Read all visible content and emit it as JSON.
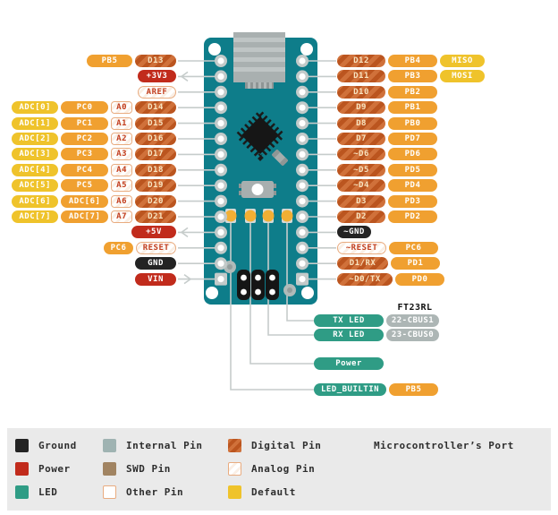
{
  "pins": {
    "left": [
      {
        "chips": [
          {
            "label": "PB5",
            "type": "port"
          },
          {
            "label": "D13",
            "type": "digital"
          }
        ]
      },
      {
        "chips": [
          {
            "label": "+3V3",
            "type": "power"
          }
        ],
        "arrow": "left"
      },
      {
        "chips": [
          {
            "label": "AREF",
            "type": "other"
          }
        ]
      },
      {
        "chips": [
          {
            "label": "ADC[0]",
            "type": "default"
          },
          {
            "label": "PC0",
            "type": "port"
          },
          {
            "label": "A0",
            "type": "analog"
          },
          {
            "label": "D14",
            "type": "digital"
          }
        ]
      },
      {
        "chips": [
          {
            "label": "ADC[1]",
            "type": "default"
          },
          {
            "label": "PC1",
            "type": "port"
          },
          {
            "label": "A1",
            "type": "analog"
          },
          {
            "label": "D15",
            "type": "digital"
          }
        ]
      },
      {
        "chips": [
          {
            "label": "ADC[2]",
            "type": "default"
          },
          {
            "label": "PC2",
            "type": "port"
          },
          {
            "label": "A2",
            "type": "analog"
          },
          {
            "label": "D16",
            "type": "digital"
          }
        ]
      },
      {
        "chips": [
          {
            "label": "ADC[3]",
            "type": "default"
          },
          {
            "label": "PC3",
            "type": "port"
          },
          {
            "label": "A3",
            "type": "analog"
          },
          {
            "label": "D17",
            "type": "digital"
          }
        ]
      },
      {
        "chips": [
          {
            "label": "ADC[4]",
            "type": "default"
          },
          {
            "label": "PC4",
            "type": "port"
          },
          {
            "label": "A4",
            "type": "analog"
          },
          {
            "label": "D18",
            "type": "digital"
          }
        ]
      },
      {
        "chips": [
          {
            "label": "ADC[5]",
            "type": "default"
          },
          {
            "label": "PC5",
            "type": "port"
          },
          {
            "label": "A5",
            "type": "analog"
          },
          {
            "label": "D19",
            "type": "digital"
          }
        ]
      },
      {
        "chips": [
          {
            "label": "ADC[6]",
            "type": "default"
          },
          {
            "label": "ADC[6]",
            "type": "port"
          },
          {
            "label": "A6",
            "type": "analog"
          },
          {
            "label": "D20",
            "type": "digital"
          }
        ]
      },
      {
        "chips": [
          {
            "label": "ADC[7]",
            "type": "default"
          },
          {
            "label": "ADC[7]",
            "type": "port"
          },
          {
            "label": "A7",
            "type": "analog"
          },
          {
            "label": "D21",
            "type": "digital"
          }
        ]
      },
      {
        "chips": [
          {
            "label": "+5V",
            "type": "power"
          }
        ],
        "arrow": "left"
      },
      {
        "chips": [
          {
            "label": "PC6",
            "type": "port"
          },
          {
            "label": "RESET",
            "type": "other"
          }
        ]
      },
      {
        "chips": [
          {
            "label": "GND",
            "type": "ground"
          }
        ]
      },
      {
        "chips": [
          {
            "label": "VIN",
            "type": "power"
          }
        ],
        "arrow": "right"
      }
    ],
    "right": [
      {
        "chips": [
          {
            "label": "D12",
            "type": "digital"
          },
          {
            "label": "PB4",
            "type": "port"
          },
          {
            "label": "MISO",
            "type": "default"
          }
        ]
      },
      {
        "chips": [
          {
            "label": "D11",
            "type": "digital"
          },
          {
            "label": "PB3",
            "type": "port"
          },
          {
            "label": "MOSI",
            "type": "default"
          }
        ]
      },
      {
        "chips": [
          {
            "label": "D10",
            "type": "digital"
          },
          {
            "label": "PB2",
            "type": "port"
          }
        ]
      },
      {
        "chips": [
          {
            "label": "D9",
            "type": "digital"
          },
          {
            "label": "PB1",
            "type": "port"
          }
        ]
      },
      {
        "chips": [
          {
            "label": "D8",
            "type": "digital"
          },
          {
            "label": "PB0",
            "type": "port"
          }
        ]
      },
      {
        "chips": [
          {
            "label": "D7",
            "type": "digital"
          },
          {
            "label": "PD7",
            "type": "port"
          }
        ]
      },
      {
        "chips": [
          {
            "label": "~D6",
            "type": "digital"
          },
          {
            "label": "PD6",
            "type": "port"
          }
        ]
      },
      {
        "chips": [
          {
            "label": "~D5",
            "type": "digital"
          },
          {
            "label": "PD5",
            "type": "port"
          }
        ]
      },
      {
        "chips": [
          {
            "label": "~D4",
            "type": "digital"
          },
          {
            "label": "PD4",
            "type": "port"
          }
        ]
      },
      {
        "chips": [
          {
            "label": "D3",
            "type": "digital"
          },
          {
            "label": "PD3",
            "type": "port"
          }
        ]
      },
      {
        "chips": [
          {
            "label": "D2",
            "type": "digital"
          },
          {
            "label": "PD2",
            "type": "port"
          }
        ]
      },
      {
        "chips": [
          {
            "label": "~GND",
            "type": "ground"
          }
        ]
      },
      {
        "chips": [
          {
            "label": "~RESET",
            "type": "other"
          },
          {
            "label": "PC6",
            "type": "port"
          }
        ]
      },
      {
        "chips": [
          {
            "label": "D1/RX",
            "type": "digital"
          },
          {
            "label": "PD1",
            "type": "port"
          }
        ]
      },
      {
        "chips": [
          {
            "label": "~D0/TX",
            "type": "digital"
          },
          {
            "label": "PD0",
            "type": "port"
          }
        ]
      }
    ],
    "ft_chip_label": "FT23RL",
    "ft_rows": [
      {
        "chips": [
          {
            "label": "TX LED",
            "type": "led"
          },
          {
            "label": "22-CBUS1",
            "type": "internal"
          }
        ]
      },
      {
        "chips": [
          {
            "label": "RX LED",
            "type": "led"
          },
          {
            "label": "23-CBUS0",
            "type": "internal"
          }
        ]
      }
    ],
    "indicator_rows": [
      {
        "chips": [
          {
            "label": "Power",
            "type": "led"
          }
        ]
      },
      {
        "chips": [
          {
            "label": "LED_BUILTIN",
            "type": "led"
          },
          {
            "label": "PB5",
            "type": "port"
          }
        ]
      }
    ]
  },
  "legend": {
    "columns": [
      {
        "items": [
          {
            "label": "Ground",
            "type": "ground"
          },
          {
            "label": "Power",
            "type": "power"
          },
          {
            "label": "LED",
            "type": "led"
          }
        ]
      },
      {
        "items": [
          {
            "label": "Internal Pin",
            "type": "internal"
          },
          {
            "label": "SWD Pin",
            "type": "swd"
          },
          {
            "label": "Other Pin",
            "type": "other"
          }
        ]
      },
      {
        "items": [
          {
            "label": "Digital Pin",
            "type": "digital"
          },
          {
            "label": "Analog Pin",
            "type": "analog"
          },
          {
            "label": "Default",
            "type": "default"
          }
        ]
      },
      {
        "items": [
          {
            "label": "Microcontroller’s Port",
            "type": "port"
          }
        ]
      }
    ]
  },
  "colors": {
    "board_teal": "#0E7D8A",
    "port_orange": "#F0A030",
    "default_yellow": "#EFC32B",
    "power_red": "#C12B1C",
    "ground_black": "#232323",
    "led_teal": "#2F9C85",
    "internal_gray": "#ADB6B5",
    "digital_orange": "#BB551F",
    "legend_bg": "#EAEAEA"
  }
}
